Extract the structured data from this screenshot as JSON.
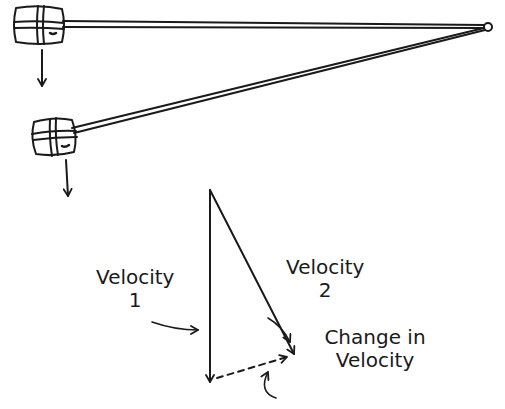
{
  "diagram": {
    "labels": [
      "Velocity 1",
      "Velocity 2",
      "Change in Velocity"
    ]
  }
}
